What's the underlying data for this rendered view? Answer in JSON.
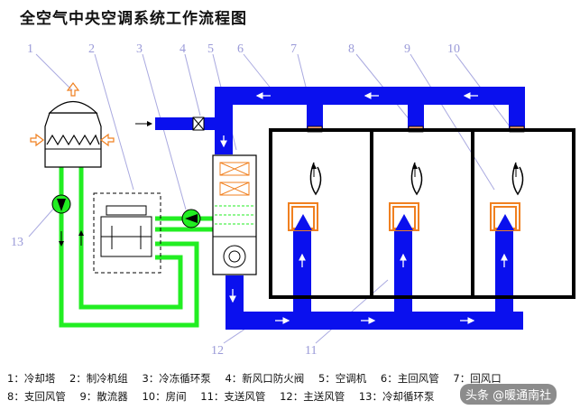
{
  "title": "全空气中央空调系统工作流程图",
  "colors": {
    "duct": "#0a10ee",
    "water": "#22ee22",
    "room": "#000000",
    "leader": "#a9a9e0",
    "fire_damper": "#f4a070",
    "arrow_orange": "#f08020"
  },
  "labels": [
    "1",
    "2",
    "3",
    "4",
    "5",
    "6",
    "7",
    "8",
    "9",
    "10",
    "11",
    "12",
    "13"
  ],
  "legend": [
    "1：冷却塔",
    "2：制冷机组",
    "3：冷冻循环泵",
    "4：新风口防火阀",
    "5：空调机",
    "6：主回风管",
    "7：回风口",
    "8：支回风管",
    "9：散流器",
    "10：房间",
    "11：支送风管",
    "12：主送风管",
    "13：冷却循环泵"
  ],
  "watermark": "头条 @暖通南社"
}
